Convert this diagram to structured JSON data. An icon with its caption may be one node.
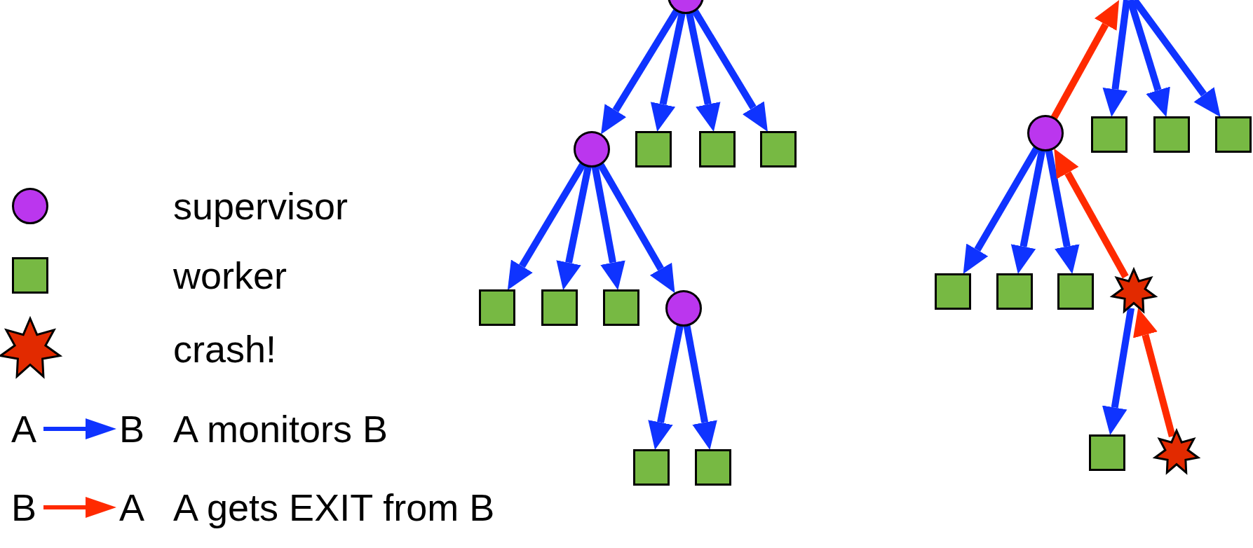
{
  "diagram": {
    "nodes": [
      {
        "text": [],
        "shape": "circle"
      },
      {
        "text": [],
        "shape": "circle"
      },
      {
        "text": [],
        "shape": "box"
      },
      {
        "text": [],
        "shape": "box"
      },
      {
        "text": [],
        "shape": "box"
      },
      {
        "text": [],
        "shape": "box"
      },
      {
        "text": [],
        "shape": "box"
      },
      {
        "text": [],
        "shape": "box"
      },
      {
        "text": [],
        "shape": "circle"
      },
      {
        "text": [],
        "shape": "box"
      },
      {
        "text": [],
        "shape": "box"
      },
      {
        "text": [],
        "shape": "circle"
      },
      {
        "text": [],
        "shape": "box"
      },
      {
        "text": [],
        "shape": "box"
      },
      {
        "text": [],
        "shape": "box"
      },
      {
        "text": [],
        "shape": "box"
      },
      {
        "text": [],
        "shape": "box"
      },
      {
        "text": [],
        "shape": "box"
      },
      {
        "text": [],
        "shape": "star"
      },
      {
        "text": [],
        "shape": "box"
      },
      {
        "text": [],
        "shape": "star"
      }
    ],
    "edges": [
      {
        "from": 0,
        "to": 1,
        "arrow": "to"
      },
      {
        "from": 0,
        "to": 2,
        "arrow": "to"
      },
      {
        "from": 0,
        "to": 3,
        "arrow": "to"
      },
      {
        "from": 0,
        "to": 4,
        "arrow": "to"
      },
      {
        "from": 1,
        "to": 5,
        "arrow": "to"
      },
      {
        "from": 1,
        "to": 6,
        "arrow": "to"
      },
      {
        "from": 1,
        "to": 7,
        "arrow": "to"
      },
      {
        "from": 1,
        "to": 8,
        "arrow": "to"
      },
      {
        "from": 8,
        "to": 9,
        "arrow": "to"
      },
      {
        "from": 8,
        "to": 10,
        "arrow": "to"
      },
      {
        "from": 11,
        "to": null,
        "arrow": "to",
        "color": "#ff2a00"
      },
      {
        "from": null,
        "to": 12,
        "arrow": "to"
      },
      {
        "from": null,
        "to": 13,
        "arrow": "to"
      },
      {
        "from": null,
        "to": 14,
        "arrow": "to"
      },
      {
        "from": 11,
        "to": 15,
        "arrow": "to"
      },
      {
        "from": 11,
        "to": 16,
        "arrow": "to"
      },
      {
        "from": 11,
        "to": 17,
        "arrow": "to"
      },
      {
        "from": 18,
        "to": 11,
        "arrow": "to",
        "color": "#ff2a00"
      },
      {
        "from": 18,
        "to": 19,
        "arrow": "to"
      },
      {
        "from": 20,
        "to": 18,
        "arrow": "to",
        "color": "#ff2a00"
      }
    ],
    "labels": [
      "A",
      "B",
      "B",
      "A"
    ],
    "legend": [
      {
        "text": "supervisor"
      },
      {
        "text": "worker"
      },
      {
        "text": "crash!"
      },
      {
        "text": "A monitors B"
      },
      {
        "text": "A gets EXIT from B"
      }
    ]
  }
}
